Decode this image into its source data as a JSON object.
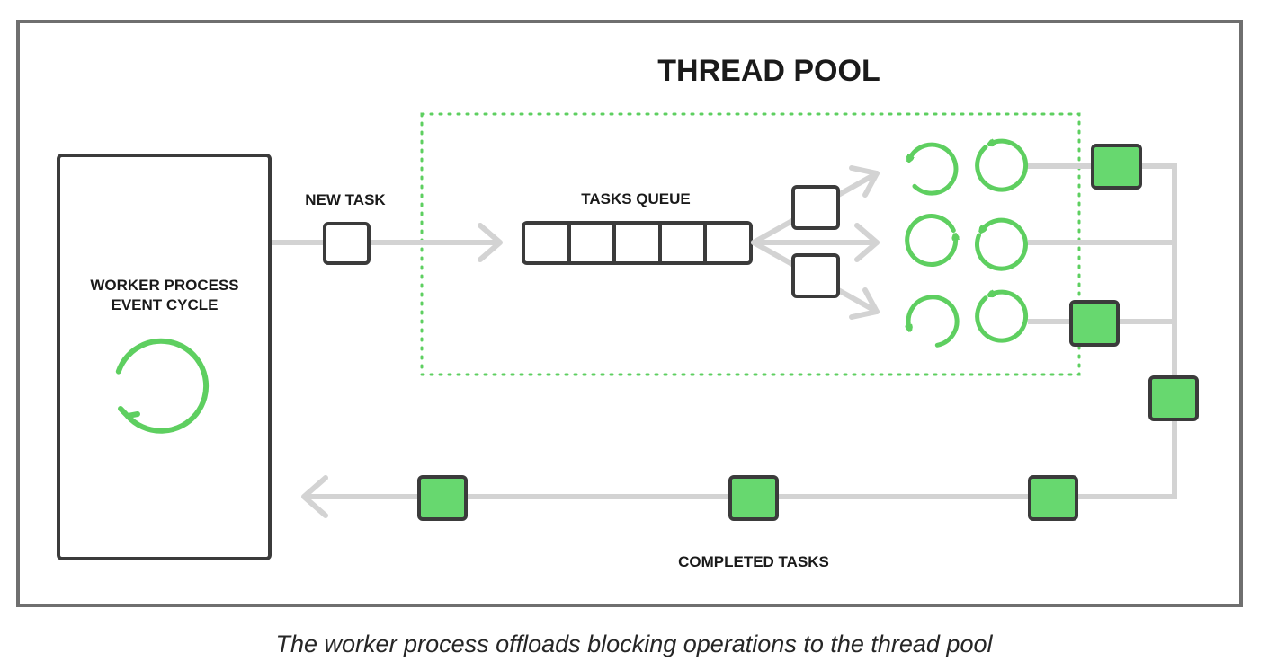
{
  "diagram": {
    "title": "THREAD POOL",
    "worker_label_line1": "WORKER PROCESS",
    "worker_label_line2": "EVENT CYCLE",
    "new_task_label": "NEW TASK",
    "tasks_queue_label": "TASKS QUEUE",
    "completed_tasks_label": "COMPLETED TASKS",
    "queue_slots": 5,
    "thread_rows": 3
  },
  "caption": "The worker process offloads blocking operations to the thread pool",
  "colors": {
    "frame": "#6f6f6f",
    "box_stroke": "#3b3b3b",
    "arrow": "#d3d3d3",
    "green_fill": "#67d86f",
    "green_stroke": "#5ecf60",
    "dotted_border": "#5ecf60"
  },
  "icons": [
    "cycle-icon",
    "task-box-icon",
    "completed-task-icon",
    "arrow-icon"
  ]
}
